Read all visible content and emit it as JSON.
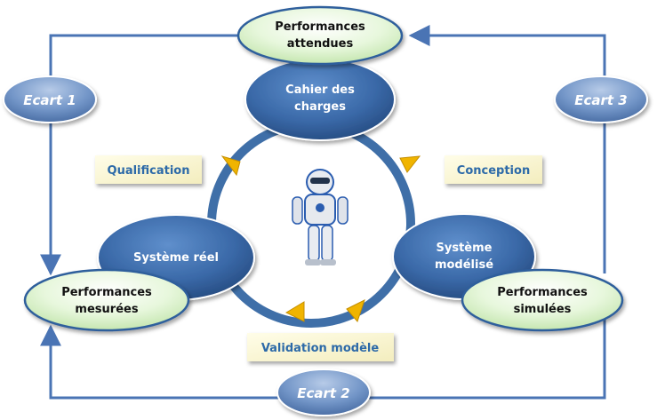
{
  "nodes": {
    "performances_attendues": [
      "Performances",
      "attendues"
    ],
    "cahier_des_charges": [
      "Cahier des",
      "charges"
    ],
    "systeme_reel": [
      "Système réel"
    ],
    "systeme_modelise": [
      "Système",
      "modélisé"
    ],
    "performances_mesurees": [
      "Performances",
      "mesurées"
    ],
    "performances_simulees": [
      "Performances",
      "simulées"
    ]
  },
  "ecarts": {
    "ecart1": "Ecart 1",
    "ecart2": "Ecart 2",
    "ecart3": "Ecart 3"
  },
  "process_labels": {
    "qualification": "Qualification",
    "conception": "Conception",
    "validation": "Validation modèle"
  },
  "colors": {
    "ring": "#3f6fa8",
    "arrow_line": "#4a74b4",
    "arrow_triangle": "#f0b400",
    "blue_node": "#3a69a8",
    "green_node": "#dff4d2",
    "ecart_fill": "#7396c8",
    "label_text": "#2d6aa8"
  },
  "icon": "robot-icon"
}
